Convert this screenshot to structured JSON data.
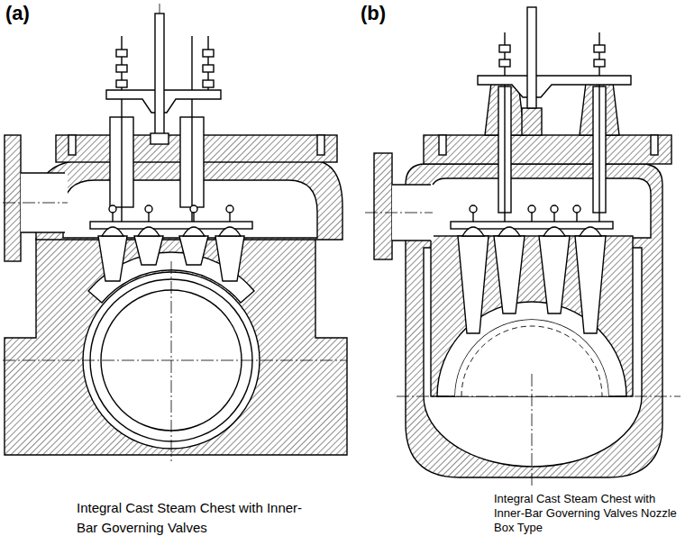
{
  "diagram": {
    "labels": [
      "(a)",
      "(b)",
      "Integral Cast Steam Chest with Inner-Bar Governing Valves",
      "Integral Cast Steam Chest with Inner-Bar Governing Valves Nozzle Box Type"
    ]
  }
}
